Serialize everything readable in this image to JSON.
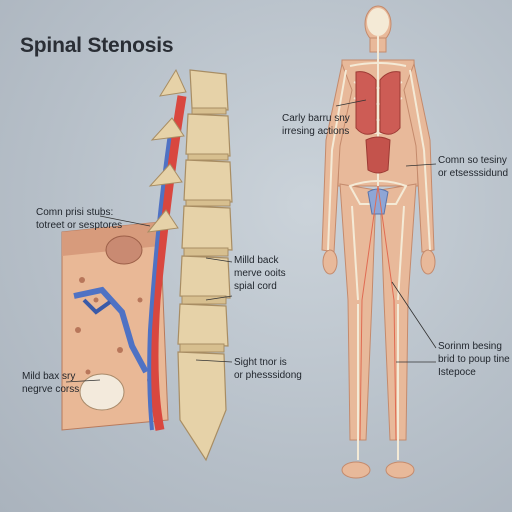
{
  "title": "Spinal Stenosis",
  "labels": {
    "left_top": [
      "Comn prisi stubs:",
      "totreet or sesptores"
    ],
    "spine_mid": [
      "Milld back",
      "merve ooits",
      "spial cord"
    ],
    "spine_low": [
      "Sight tnor is",
      "or phesssidong"
    ],
    "left_bottom": [
      "Mild bax sry",
      "negrve corss"
    ],
    "body_upper": [
      "Carly barru sny",
      "irresing actions"
    ],
    "body_right_upper": [
      "Comn so tesiny",
      "or etsesssidund"
    ],
    "body_right_lower": [
      "Sorinm besing",
      "brid to poup tine",
      "Istepoce"
    ]
  },
  "colors": {
    "background": "#b9c2ca",
    "bone": "#e6d2a8",
    "skin": "#e8b99a",
    "nerve_red": "#d9473f",
    "nerve_blue": "#4f72c4"
  }
}
